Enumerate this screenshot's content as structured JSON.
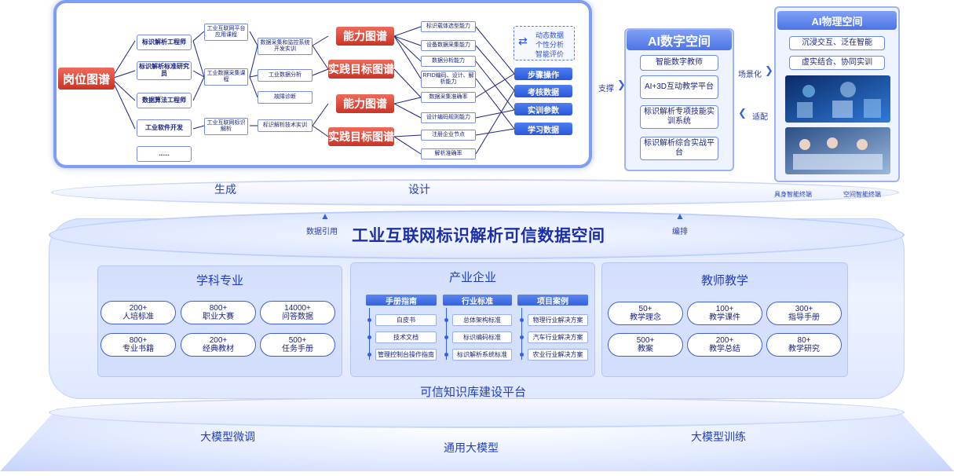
{
  "top_panel": {
    "job_map": "岗位图谱",
    "jobs": [
      "标识解析工程师",
      "标识解析标准研究员",
      "数据算法工程师",
      "工业软件开发",
      "......"
    ],
    "courses": [
      "工业互联网平台应用课程",
      "工业数据采集课程",
      "工业互联网标识解析"
    ],
    "topics": [
      "数据采集和监控系统开发实训",
      "工业数据分析",
      "故障诊断",
      "标识解析技术实训"
    ],
    "ability_map": "能力图谱",
    "practice_target": "实践目标图谱",
    "abilities": [
      "标识载体选型能力",
      "设备数据采集能力",
      "数据分析能力",
      "RFID编码、设计、解析能力",
      "数据采集准确率",
      "设计编码规则能力",
      "注册企业节点",
      "解析准确率"
    ],
    "dynamic": [
      "动态数据",
      "个性分析",
      "智能评价"
    ],
    "actions": [
      "步骤操作",
      "考核数据",
      "实训参数",
      "学习数据"
    ]
  },
  "gen_label": "生成",
  "design_label": "设计",
  "support_label": "支撑",
  "scene_label": "场景化",
  "adapt_label": "适配",
  "ai_digital": {
    "title": "AI数字空间",
    "items": [
      "智能数字教师",
      "AI+3D互动教学平台",
      "标识解析专项技能实训系统",
      "标识解析综合实战平台"
    ]
  },
  "ai_physical": {
    "title": "AI物理空间",
    "items": [
      "沉浸交互、泛在智能",
      "虚实结合、协同实训"
    ],
    "terminals": [
      "具身智能终端",
      "空间智能终端"
    ]
  },
  "data_ref": "数据引用",
  "arrange": "编排",
  "main_title": "工业互联网标识解析可信数据空间",
  "sections": {
    "subject": {
      "title": "学科专业",
      "items": [
        {
          "num": "200+",
          "label": "人培标准"
        },
        {
          "num": "800+",
          "label": "职业大赛"
        },
        {
          "num": "14000+",
          "label": "问答数据"
        },
        {
          "num": "800+",
          "label": "专业书籍"
        },
        {
          "num": "200+",
          "label": "经典教材"
        },
        {
          "num": "500+",
          "label": "任务手册"
        }
      ]
    },
    "industry": {
      "title": "产业企业",
      "columns": [
        {
          "head": "手册指南",
          "items": [
            "白皮书",
            "技术文档",
            "管理控制台操作指南"
          ]
        },
        {
          "head": "行业标准",
          "items": [
            "总体架构标准",
            "标识编码标准",
            "标识解析系统标准"
          ]
        },
        {
          "head": "项目案例",
          "items": [
            "物理行业解决方案",
            "汽车行业解决方案",
            "农业行业解决方案"
          ]
        }
      ]
    },
    "teacher": {
      "title": "教师教学",
      "items": [
        {
          "num": "50+",
          "label": "教学理念"
        },
        {
          "num": "100+",
          "label": "教学课件"
        },
        {
          "num": "300+",
          "label": "指导手册"
        },
        {
          "num": "500+",
          "label": "教案"
        },
        {
          "num": "200+",
          "label": "教学总结"
        },
        {
          "num": "80+",
          "label": "教学研究"
        }
      ]
    }
  },
  "platform_label": "可信知识库建设平台",
  "bottom": {
    "left": "大模型微调",
    "center": "通用大模型",
    "right": "大模型训练"
  },
  "colors": {
    "red": "#d9412f",
    "blue": "#3561dc",
    "navy": "#1a237e"
  }
}
